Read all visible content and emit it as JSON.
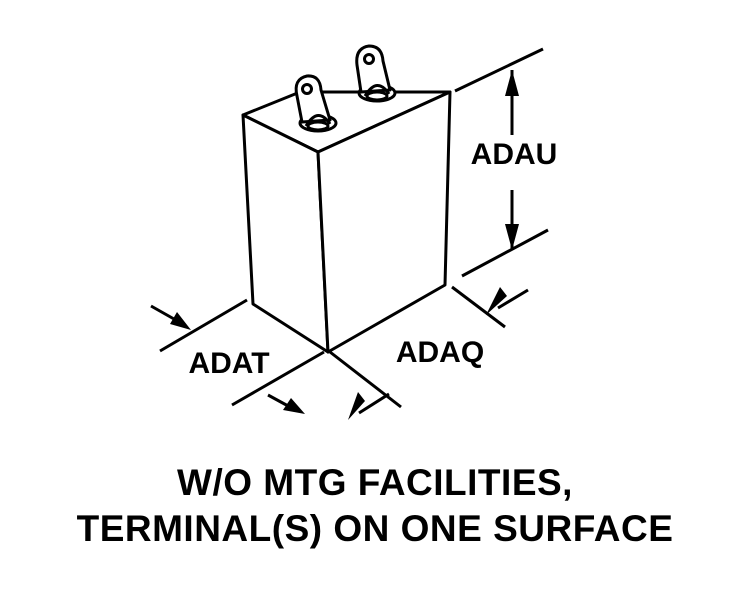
{
  "labels": {
    "height": "ADAU",
    "width": "ADAT",
    "depth": "ADAQ"
  },
  "caption": {
    "line1": "W/O MTG FACILITIES,",
    "line2": "TERMINAL(S) ON ONE SURFACE"
  },
  "colors": {
    "ink": "#000000",
    "background": "#ffffff"
  }
}
